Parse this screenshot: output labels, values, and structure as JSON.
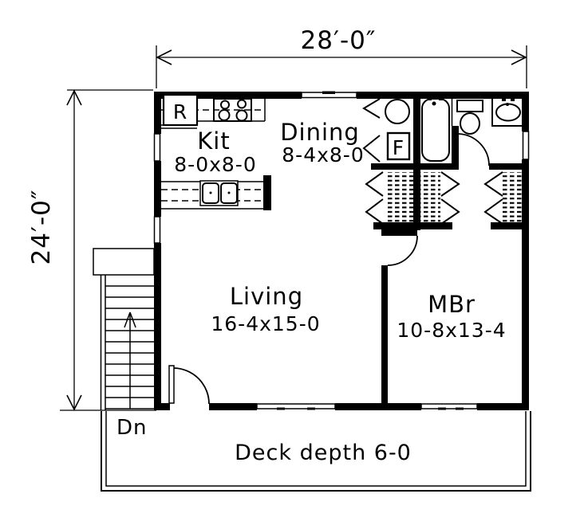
{
  "plan": {
    "width_label": "28′-0″",
    "height_label": "24′-0″"
  },
  "rooms": {
    "kitchen": {
      "name": "Kit",
      "size": "8-0x8-0"
    },
    "dining": {
      "name": "Dining",
      "size": "8-4x8-0"
    },
    "living": {
      "name": "Living",
      "size": "16-4x15-0"
    },
    "master_bedroom": {
      "name": "MBr",
      "size": "10-8x13-4"
    }
  },
  "fixtures": {
    "refrigerator_label": "R",
    "furnace_label": "F"
  },
  "stairs": {
    "down_label": "Dn"
  },
  "deck": {
    "label": "Deck depth 6-0"
  },
  "colors": {
    "line": "#000000",
    "background": "#ffffff"
  }
}
